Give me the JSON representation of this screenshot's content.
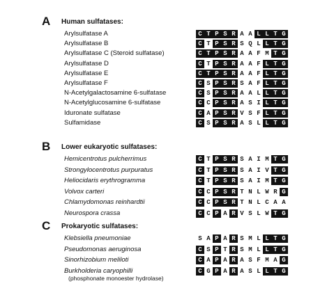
{
  "sections": [
    {
      "letter": "A",
      "title": "Human sulfatases:",
      "italic": false,
      "rows": [
        {
          "name": "Arylsulfatase A",
          "seq": "CTPSRAALLTG",
          "shade": "BBBBBWWBBBB"
        },
        {
          "name": "Arylsulfatase B",
          "seq": "CTPSRSQLLTG",
          "shade": "BWBBBWWWBBB"
        },
        {
          "name": "Arylsulfatase C  (Steroid sulfatase)",
          "seq": "CTPSRAAFMTG",
          "shade": "BBBBBWWWWBB"
        },
        {
          "name": "Arylsulfatase D",
          "seq": "CTPSRAAFLTG",
          "shade": "BWBBBWWWBBB"
        },
        {
          "name": "Arylsulfatase E",
          "seq": "CTPSRAAFLTG",
          "shade": "BBBBBWWWBBB"
        },
        {
          "name": "Arylsulfatase F",
          "seq": "CSPSRSAFLTG",
          "shade": "BWBBBWWWBBB"
        },
        {
          "name": "N-Acetylgalactosamine 6-sulfatase",
          "seq": "CSPSRAALLTG",
          "shade": "BWBBBWWWBBB"
        },
        {
          "name": "N-Acetylglucosamine 6-sulfatase",
          "seq": "CCPSRASILTG",
          "shade": "BWBBBWWWBBB"
        },
        {
          "name": "Iduronate sulfatase",
          "seq": "CAPSRVSFLTG",
          "shade": "BWBBBWWWBBB"
        },
        {
          "name": "Sulfamidase",
          "seq": "CSPSRASLLTG",
          "shade": "BWBBBWWWBBB"
        }
      ]
    },
    {
      "letter": "B",
      "title": "Lower eukaryotic sulfatases:",
      "italic": true,
      "rows": [
        {
          "name": "Hemicentrotus pulcherrimus",
          "seq": "CTPSRSAIMTG",
          "shade": "BWBBBWWWWBB"
        },
        {
          "name": "Strongylocentrotus purpuratus",
          "seq": "CTPSRSAIVTG",
          "shade": "BWBBBWWWWBB"
        },
        {
          "name": "Heliocidaris erythrogramma",
          "seq": "CTPSRSAIMTG",
          "shade": "BWBBBWWWWBB"
        },
        {
          "name": "Volvox carteri",
          "seq": "CCPSRTNLWRG",
          "shade": "BWBBBWWWWWB"
        },
        {
          "name": "Chlamydomonas reinhardtii",
          "seq": "CCPSRTNLCAA",
          "shade": "BWBBBWWWWWW"
        },
        {
          "name": "Neurospora crassa",
          "seq": "CCPARVSLWTG",
          "shade": "BWBWBWWWWBB"
        }
      ]
    },
    {
      "letter": "C",
      "title": "Prokaryotic sulfatases:",
      "italic": true,
      "rows": [
        {
          "name": "Klebsiella pneumoniae",
          "seq": "SAPARSMLLTG",
          "shade": "WWBWBWWWBBB"
        },
        {
          "name": "Pseudomonas aeruginosa",
          "seq": "CSPTRSMLLTG",
          "shade": "BWBWBWWWBBB"
        },
        {
          "name": "Sinorhizobium meliloti",
          "seq": "CAPARASFMAG",
          "shade": "BWBWBWWWWWB"
        },
        {
          "name": "Burkholderia caryophilli",
          "seq": "CGPARASLLTG",
          "shade": "BWBWBWWWBBB",
          "sub": "(phosphonate monoester hydrolase)"
        }
      ]
    }
  ]
}
